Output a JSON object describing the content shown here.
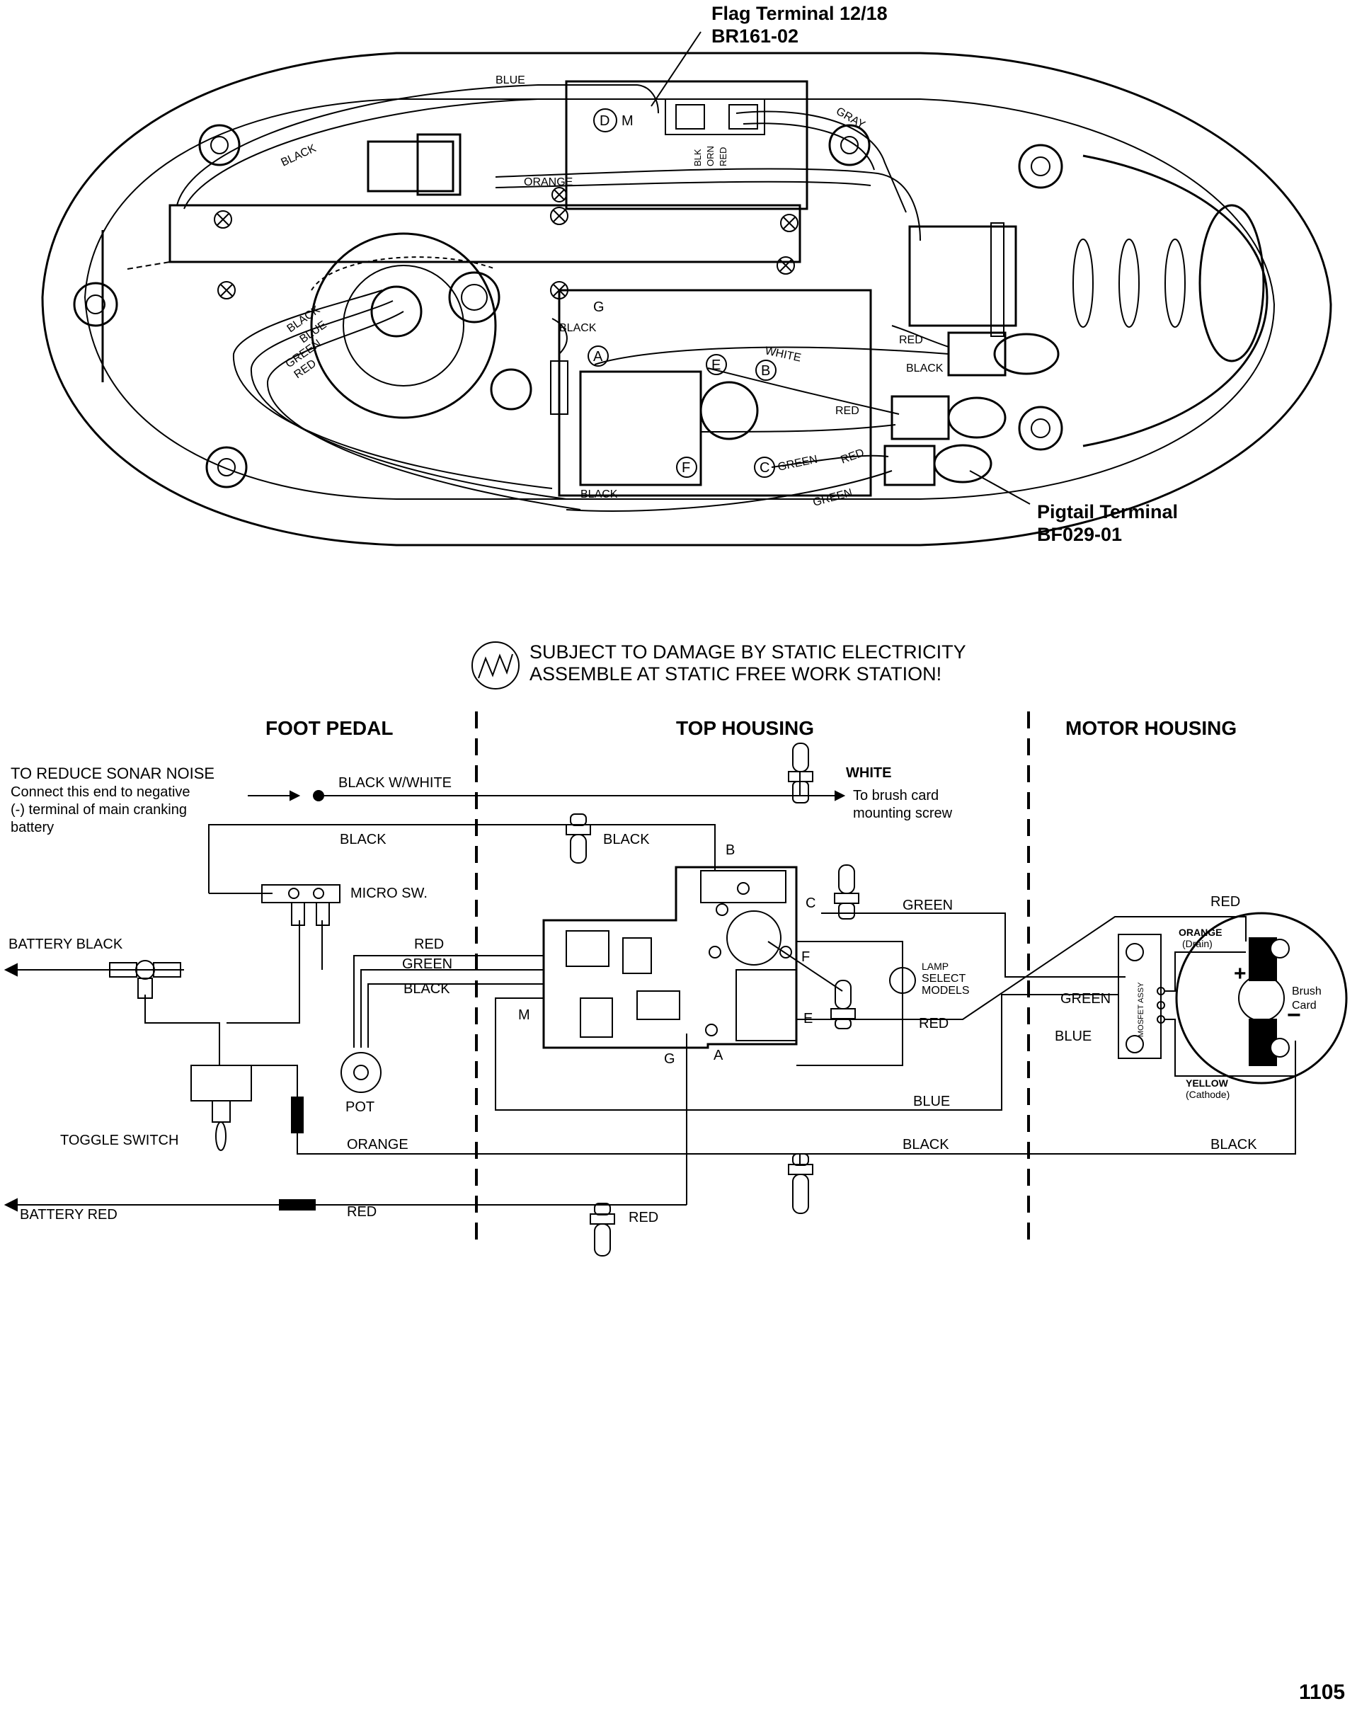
{
  "top_diagram": {
    "flag_terminal": {
      "line1": "Flag Terminal  12/18",
      "line2": "BR161-02"
    },
    "pigtail_terminal": {
      "line1": "Pigtail Terminal",
      "line2": "BF029-01"
    },
    "wire_labels": [
      "BLUE",
      "BLACK",
      "ORANGE",
      "GRAY",
      "BLACK",
      "BLUE",
      "GREEN",
      "RED",
      "WHITE",
      "RED",
      "BLACK",
      "RED",
      "GREEN",
      "RED",
      "GREEN",
      "BLACK",
      "BLACK"
    ],
    "terminal_letters": [
      "D",
      "M",
      "G",
      "A",
      "E",
      "B",
      "F",
      "C"
    ],
    "chip_labels": [
      "BLK",
      "ORN",
      "RED"
    ]
  },
  "warning": {
    "line1": "SUBJECT TO DAMAGE BY STATIC ELECTRICITY",
    "line2": "ASSEMBLE AT STATIC FREE WORK STATION!"
  },
  "sections": {
    "foot_pedal": "FOOT PEDAL",
    "top_housing": "TOP HOUSING",
    "motor_housing": "MOTOR HOUSING"
  },
  "schematic": {
    "sonar_note": [
      "TO REDUCE SONAR NOISE",
      "Connect this end to negative",
      "(-) terminal of main cranking",
      "battery"
    ],
    "black_w_white": "BLACK W/WHITE",
    "white": "WHITE",
    "brush_screw": [
      "To brush card",
      "mounting screw"
    ],
    "black_a": "BLACK",
    "black_b": "BLACK",
    "micro_sw": "MICRO SW.",
    "battery_black": "BATTERY BLACK",
    "battery_red": "BATTERY RED",
    "red_a": "RED",
    "green_a": "GREEN",
    "black_c": "BLACK",
    "pot": "POT",
    "toggle_switch": "TOGGLE SWITCH",
    "orange": "ORANGE",
    "red_b": "RED",
    "red_c": "RED",
    "green_b": "GREEN",
    "red_d": "RED",
    "blue_a": "BLUE",
    "black_d": "BLACK",
    "black_e": "BLACK",
    "lamp_select": [
      "LAMP",
      "SELECT",
      "MODELS"
    ],
    "terminals": {
      "b": "B",
      "c": "C",
      "f": "F",
      "e": "E",
      "m": "M",
      "g": "G",
      "a": "A"
    },
    "red_top": "RED",
    "orange_drain": [
      "ORANGE",
      "(Drain)"
    ],
    "green_c": "GREEN",
    "blue_b": "BLUE",
    "yellow_cathode": [
      "YELLOW",
      "(Cathode)"
    ],
    "brush_card": [
      "Brush",
      "Card"
    ],
    "plus": "+",
    "minus": "−",
    "mosfet": "MOSFET ASSY"
  },
  "page_number": "1105"
}
